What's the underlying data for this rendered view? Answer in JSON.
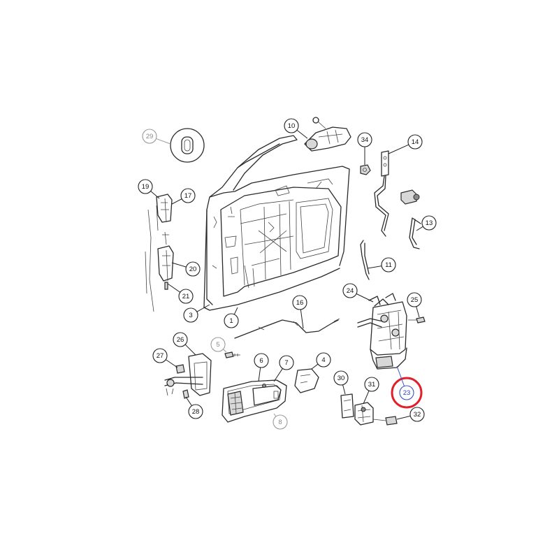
{
  "callouts": [
    {
      "id": "c1",
      "label": "1"
    },
    {
      "id": "c3",
      "label": "3"
    },
    {
      "id": "c4",
      "label": "4"
    },
    {
      "id": "c5",
      "label": "5",
      "style": "gray"
    },
    {
      "id": "c6",
      "label": "6"
    },
    {
      "id": "c7",
      "label": "7"
    },
    {
      "id": "c8",
      "label": "8",
      "style": "gray"
    },
    {
      "id": "c10",
      "label": "10"
    },
    {
      "id": "c11",
      "label": "11"
    },
    {
      "id": "c13",
      "label": "13"
    },
    {
      "id": "c14",
      "label": "14"
    },
    {
      "id": "c16",
      "label": "16"
    },
    {
      "id": "c17",
      "label": "17"
    },
    {
      "id": "c19",
      "label": "19"
    },
    {
      "id": "c20",
      "label": "20"
    },
    {
      "id": "c21",
      "label": "21"
    },
    {
      "id": "c23",
      "label": "23",
      "style": "blue"
    },
    {
      "id": "c24",
      "label": "24"
    },
    {
      "id": "c25",
      "label": "25"
    },
    {
      "id": "c26",
      "label": "26"
    },
    {
      "id": "c27",
      "label": "27"
    },
    {
      "id": "c28",
      "label": "28"
    },
    {
      "id": "c29",
      "label": "29",
      "style": "gray"
    },
    {
      "id": "c30",
      "label": "30"
    },
    {
      "id": "c31",
      "label": "31"
    },
    {
      "id": "c32",
      "label": "32"
    },
    {
      "id": "c34",
      "label": "34"
    }
  ],
  "highlight": {
    "target": "23",
    "color": "#e0202a"
  },
  "colors": {
    "line": "#2a2a2a",
    "gray_label": "#8a8a8a",
    "blue_label": "#2a40c0",
    "highlight": "#e0202a"
  }
}
